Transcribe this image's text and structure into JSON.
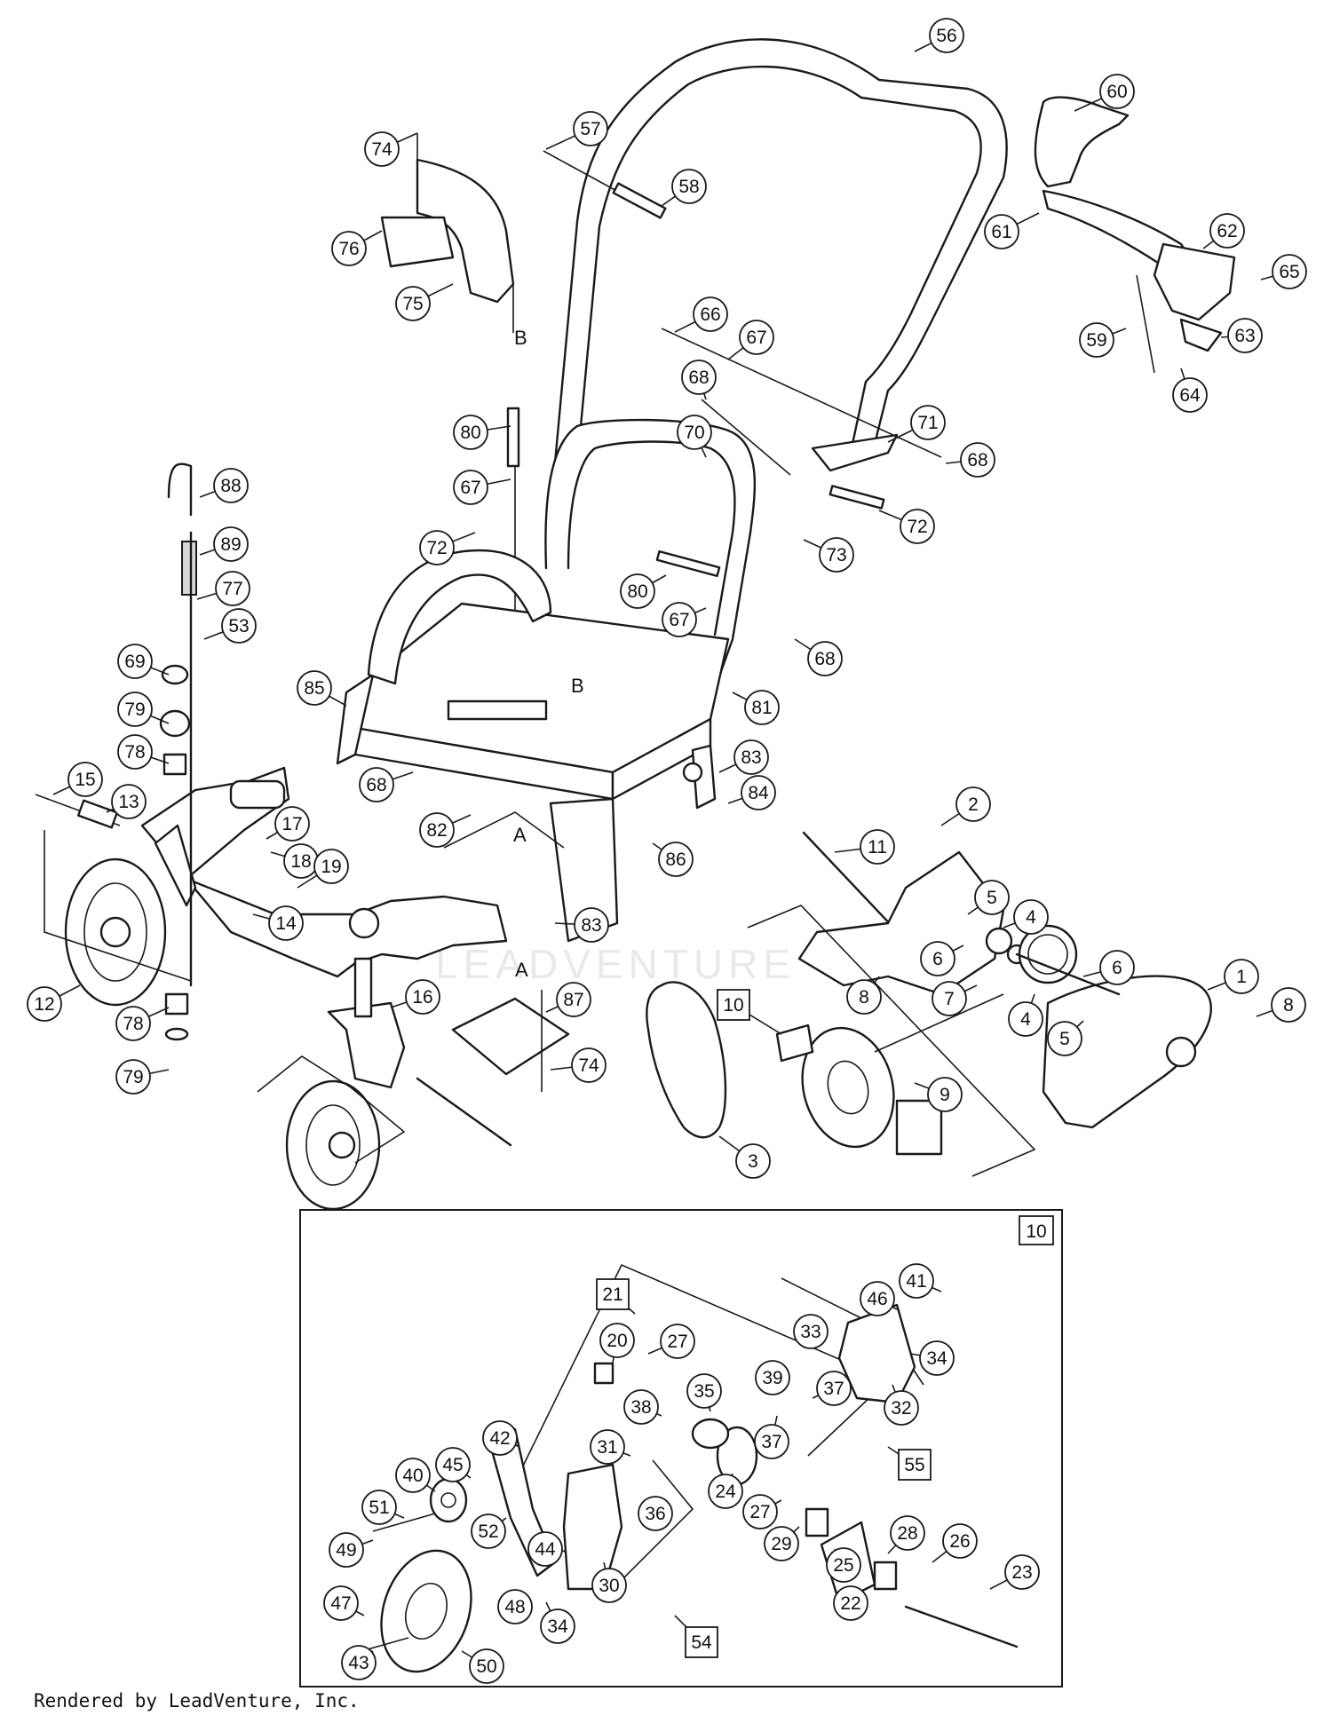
{
  "credit": "Rendered by LeadVenture, Inc.",
  "watermark": "LEADVENTURE",
  "inset_label": "10",
  "reference_letters": [
    {
      "id": "B-1",
      "text": "B"
    },
    {
      "id": "B-2",
      "text": "B"
    },
    {
      "id": "A-1",
      "text": "A"
    },
    {
      "id": "A-2",
      "text": "A"
    }
  ],
  "callouts": [
    {
      "id": "c56",
      "text": "56"
    },
    {
      "id": "c57",
      "text": "57"
    },
    {
      "id": "c58",
      "text": "58"
    },
    {
      "id": "c74a",
      "text": "74"
    },
    {
      "id": "c76",
      "text": "76"
    },
    {
      "id": "c75",
      "text": "75"
    },
    {
      "id": "c60",
      "text": "60"
    },
    {
      "id": "c61",
      "text": "61"
    },
    {
      "id": "c62",
      "text": "62"
    },
    {
      "id": "c65",
      "text": "65"
    },
    {
      "id": "c59",
      "text": "59"
    },
    {
      "id": "c63",
      "text": "63"
    },
    {
      "id": "c64",
      "text": "64"
    },
    {
      "id": "c66",
      "text": "66"
    },
    {
      "id": "c67a",
      "text": "67"
    },
    {
      "id": "c68a",
      "text": "68"
    },
    {
      "id": "c70",
      "text": "70"
    },
    {
      "id": "c71",
      "text": "71"
    },
    {
      "id": "c68b",
      "text": "68"
    },
    {
      "id": "c72a",
      "text": "72"
    },
    {
      "id": "c73",
      "text": "73"
    },
    {
      "id": "c80a",
      "text": "80"
    },
    {
      "id": "c67b",
      "text": "67"
    },
    {
      "id": "c72b",
      "text": "72"
    },
    {
      "id": "c80b",
      "text": "80"
    },
    {
      "id": "c67c",
      "text": "67"
    },
    {
      "id": "c68c",
      "text": "68"
    },
    {
      "id": "c88",
      "text": "88"
    },
    {
      "id": "c89",
      "text": "89"
    },
    {
      "id": "c77",
      "text": "77"
    },
    {
      "id": "c53",
      "text": "53"
    },
    {
      "id": "c69",
      "text": "69"
    },
    {
      "id": "c79a",
      "text": "79"
    },
    {
      "id": "c78a",
      "text": "78"
    },
    {
      "id": "c85",
      "text": "85"
    },
    {
      "id": "c81",
      "text": "81"
    },
    {
      "id": "c15",
      "text": "15"
    },
    {
      "id": "c13",
      "text": "13"
    },
    {
      "id": "c17",
      "text": "17"
    },
    {
      "id": "c18",
      "text": "18"
    },
    {
      "id": "c68d",
      "text": "68"
    },
    {
      "id": "c82",
      "text": "82"
    },
    {
      "id": "c83a",
      "text": "83"
    },
    {
      "id": "c84",
      "text": "84"
    },
    {
      "id": "c11",
      "text": "11"
    },
    {
      "id": "c2",
      "text": "2"
    },
    {
      "id": "c86",
      "text": "86"
    },
    {
      "id": "c19",
      "text": "19"
    },
    {
      "id": "c14",
      "text": "14"
    },
    {
      "id": "c83b",
      "text": "83"
    },
    {
      "id": "c5a",
      "text": "5"
    },
    {
      "id": "c4a",
      "text": "4"
    },
    {
      "id": "c6a",
      "text": "6"
    },
    {
      "id": "c6b",
      "text": "6"
    },
    {
      "id": "c7",
      "text": "7"
    },
    {
      "id": "c8a",
      "text": "8"
    },
    {
      "id": "c1",
      "text": "1"
    },
    {
      "id": "c8b",
      "text": "8"
    },
    {
      "id": "c4b",
      "text": "4"
    },
    {
      "id": "c5b",
      "text": "5"
    },
    {
      "id": "c12",
      "text": "12"
    },
    {
      "id": "c78b",
      "text": "78"
    },
    {
      "id": "c79b",
      "text": "79"
    },
    {
      "id": "c16",
      "text": "16"
    },
    {
      "id": "c87",
      "text": "87"
    },
    {
      "id": "c74b",
      "text": "74"
    },
    {
      "id": "c10",
      "text": "10"
    },
    {
      "id": "c9",
      "text": "9"
    },
    {
      "id": "c3",
      "text": "3"
    },
    {
      "id": "c21",
      "text": "21"
    },
    {
      "id": "c41",
      "text": "41"
    },
    {
      "id": "c46",
      "text": "46"
    },
    {
      "id": "c20",
      "text": "20"
    },
    {
      "id": "c27a",
      "text": "27"
    },
    {
      "id": "c33",
      "text": "33"
    },
    {
      "id": "c34a",
      "text": "34"
    },
    {
      "id": "c39",
      "text": "39"
    },
    {
      "id": "c35",
      "text": "35"
    },
    {
      "id": "c37a",
      "text": "37"
    },
    {
      "id": "c32",
      "text": "32"
    },
    {
      "id": "c37b",
      "text": "37"
    },
    {
      "id": "c38",
      "text": "38"
    },
    {
      "id": "c31",
      "text": "31"
    },
    {
      "id": "c42",
      "text": "42"
    },
    {
      "id": "c55",
      "text": "55"
    },
    {
      "id": "c45",
      "text": "45"
    },
    {
      "id": "c40",
      "text": "40"
    },
    {
      "id": "c24",
      "text": "24"
    },
    {
      "id": "c36",
      "text": "36"
    },
    {
      "id": "c27b",
      "text": "27"
    },
    {
      "id": "c51",
      "text": "51"
    },
    {
      "id": "c52",
      "text": "52"
    },
    {
      "id": "c29",
      "text": "29"
    },
    {
      "id": "c28",
      "text": "28"
    },
    {
      "id": "c26",
      "text": "26"
    },
    {
      "id": "c49",
      "text": "49"
    },
    {
      "id": "c44",
      "text": "44"
    },
    {
      "id": "c25",
      "text": "25"
    },
    {
      "id": "c23",
      "text": "23"
    },
    {
      "id": "c30",
      "text": "30"
    },
    {
      "id": "c22",
      "text": "22"
    },
    {
      "id": "c47",
      "text": "47"
    },
    {
      "id": "c48",
      "text": "48"
    },
    {
      "id": "c34b",
      "text": "34"
    },
    {
      "id": "c54",
      "text": "54"
    },
    {
      "id": "c50",
      "text": "50"
    },
    {
      "id": "c43",
      "text": "43"
    }
  ]
}
